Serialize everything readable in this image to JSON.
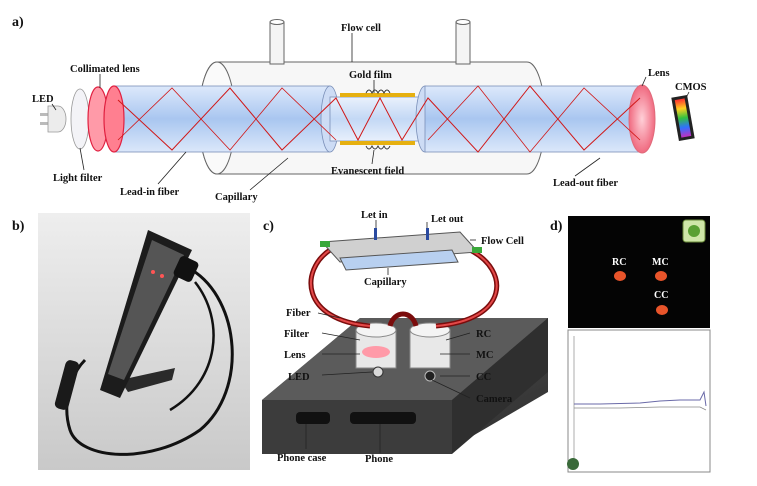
{
  "panels": {
    "a": "a)",
    "b": "b)",
    "c": "c)",
    "d": "d)"
  },
  "panel_a": {
    "flow_cell": "Flow cell",
    "collimated_lens": "Collimated lens",
    "gold_film": "Gold film",
    "lens": "Lens",
    "cmos": "CMOS",
    "led": "LED",
    "light_filter": "Light filter",
    "lead_in_fiber": "Lead-in fiber",
    "capillary": "Capillary",
    "evanescent_field": "Evanescent field",
    "lead_out_fiber": "Lead-out fiber"
  },
  "panel_c": {
    "let_in": "Let in",
    "let_out": "Let out",
    "flow_cell": "Flow Cell",
    "capillary": "Capillary",
    "fiber": "Fiber",
    "filter": "Filter",
    "lens": "Lens",
    "led": "LED",
    "rc": "RC",
    "mc": "MC",
    "cc": "CC",
    "camera": "Camera",
    "phone_case": "Phone case",
    "phone": "Phone"
  },
  "panel_d": {
    "rc": "RC",
    "mc": "MC",
    "cc": "CC"
  },
  "colors": {
    "ray": "#d01818",
    "fiber_fill": "#bcd4f4",
    "gold": "#e6b010",
    "phone_body": "#4a4a4a"
  }
}
